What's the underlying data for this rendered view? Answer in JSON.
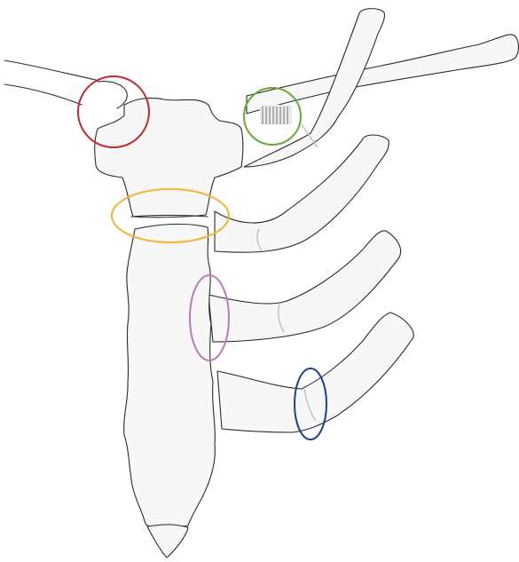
{
  "figure": {
    "background": "#ffffff",
    "bone_fill": "#f7f7f7",
    "outline_color": "#2a2a2a",
    "cartilage_color": "#c4c4c4"
  },
  "highlights": [
    {
      "id": "sternoclavicular-joint",
      "shape": "circle",
      "color": "#c0282d"
    },
    {
      "id": "first-sternocostal-joint",
      "shape": "circle",
      "color": "#6aa83a"
    },
    {
      "id": "manubriosternal-joint",
      "shape": "ellipse",
      "color": "#f2b531"
    },
    {
      "id": "sternocostal-joint",
      "shape": "ellipse",
      "color": "#b77db5"
    },
    {
      "id": "costochondral-junction",
      "shape": "ellipse",
      "color": "#1f3f8f"
    }
  ]
}
